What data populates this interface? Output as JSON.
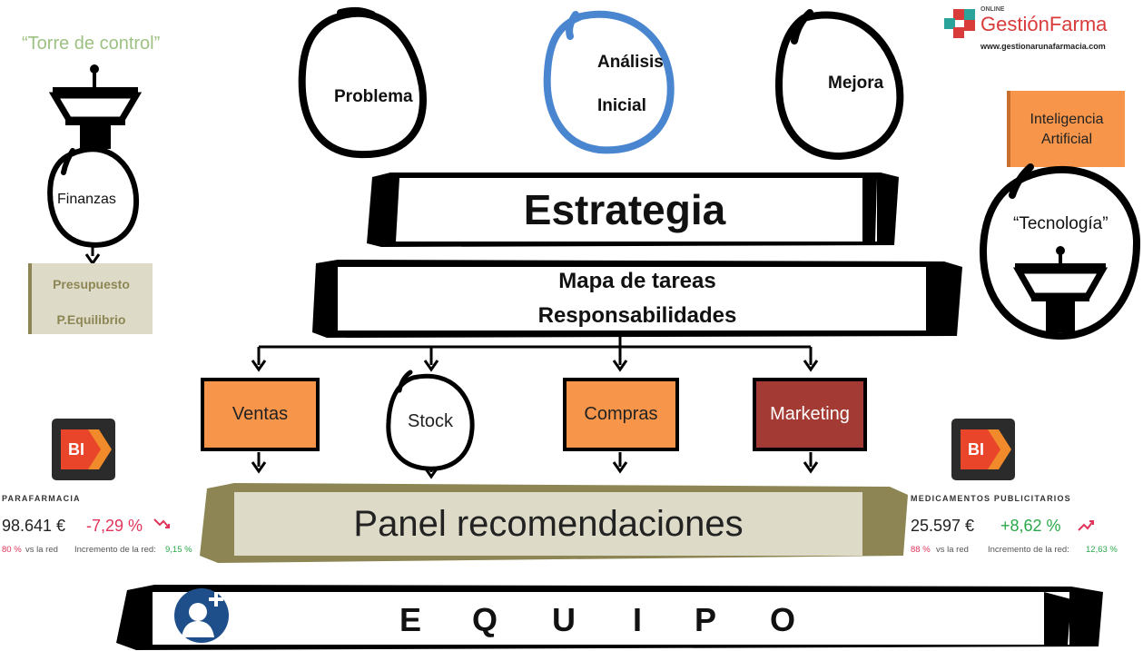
{
  "brand": {
    "online_label": "ONLINE",
    "name": "GestiónFarma",
    "website": "www.gestionarunafarmacia.com",
    "colors": {
      "red": "#d93b3b",
      "teal": "#2aa39a"
    }
  },
  "left_tower": {
    "caption": "“Torre de control”",
    "circle_label": "Finanzas",
    "box_lines": [
      "Presupuesto",
      "P.Equilibrio"
    ],
    "icon": "control-tower-icon"
  },
  "right_tower": {
    "box_lines": [
      "Inteligencia",
      "Artificial"
    ],
    "circle_label": "“Tecnología”",
    "icon": "control-tower-icon"
  },
  "top_circles": {
    "problema": "Problema",
    "analisis_lines": [
      "Análisis",
      "Inicial"
    ],
    "mejora": "Mejora"
  },
  "banners": {
    "estrategia": "Estrategia",
    "mapa_lines": [
      "Mapa de tareas",
      "Responsabilidades"
    ],
    "panel": "Panel recomendaciones",
    "equipo_letters": [
      "E",
      "Q",
      "U",
      "I",
      "P",
      "O"
    ]
  },
  "areas": {
    "ventas": "Ventas",
    "stock": "Stock",
    "compras": "Compras",
    "marketing": "Marketing"
  },
  "kpi_left": {
    "bi_label": "BI",
    "label": "PARAFARMACIA",
    "value": "98.641 €",
    "delta": "-7,29 %",
    "trend_icon": "trend-down-icon",
    "vs_pct": "80 %",
    "vs_text": "vs la red",
    "network_text": "Incremento de la red:",
    "network_pct": "9,15 %"
  },
  "kpi_right": {
    "bi_label": "BI",
    "label": "MEDICAMENTOS PUBLICITARIOS",
    "value": "25.597 €",
    "delta": "+8,62 %",
    "trend_icon": "trend-up-icon",
    "vs_pct": "88 %",
    "vs_text": "vs la red",
    "network_text": "Incremento de la red:",
    "network_pct": "12,63 %"
  },
  "colors": {
    "orange": "#f7964a",
    "maroon": "#a33a33",
    "beige": "#dddbc8",
    "olive": "#8d8654",
    "blue_circle": "#4a86d0",
    "icon_blue": "#1e4f8a"
  }
}
